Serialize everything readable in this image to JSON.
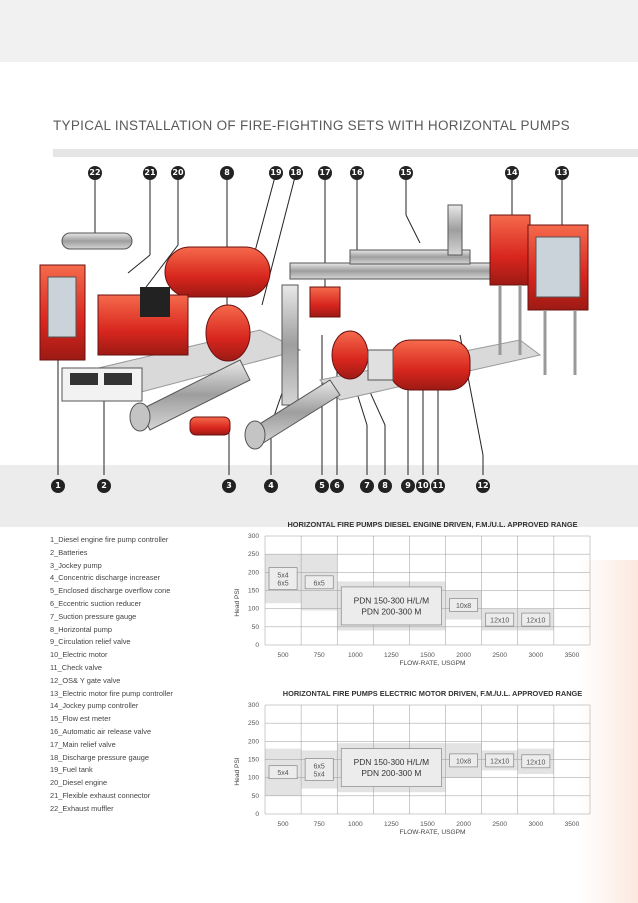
{
  "title": "TYPICAL INSTALLATION OF FIRE-FIGHTING SETS WITH HORIZONTAL PUMPS",
  "top_callouts": [
    "22",
    "21",
    "20",
    "8",
    "19",
    "18",
    "17",
    "16",
    "15",
    "14",
    "13"
  ],
  "bottom_callouts": [
    "1",
    "2",
    "3",
    "4",
    "5",
    "6",
    "7",
    "8",
    "9",
    "10",
    "11",
    "12"
  ],
  "legend": [
    "1_Diesel engine fire pump controller",
    "2_Batteries",
    "3_Jockey pump",
    "4_Concentric discharge increaser",
    "5_Enclosed discharge overflow cone",
    "6_Eccentric suction reducer",
    "7_Suction pressure gauge",
    "8_Horizontal pump",
    "9_Circulation relief valve",
    "10_Electric motor",
    "11_Check valve",
    "12_OS& Y gate valve",
    "13_Electric motor fire pump controller",
    "14_Jockey pump controller",
    "15_Flow est meter",
    "16_Automatic air release valve",
    "17_Main relief valve",
    "18_Discharge pressure gauge",
    "19_Fuel tank",
    "20_Diesel engine",
    "21_Flexible exhaust connector",
    "22_Exhaust muffler"
  ],
  "chart_data": [
    {
      "type": "table",
      "title": "HORIZONTAL FIRE PUMPS DIESEL ENGINE DRIVEN, F.M./U.L. APPROVED RANGE",
      "xlabel": "FLOW-RATE, USGPM",
      "ylabel": "Head PSI",
      "xticks": [
        "500",
        "750",
        "1000",
        "1250",
        "1500",
        "2000",
        "2500",
        "3000",
        "3500"
      ],
      "yticks": [
        "0",
        "50",
        "100",
        "150",
        "200",
        "250",
        "300"
      ],
      "ylim": [
        0,
        300
      ],
      "regions": [
        {
          "label": "5x4\n6x5",
          "x": [
            500,
            750
          ],
          "y": [
            115,
            250
          ]
        },
        {
          "label": "6x5",
          "x": [
            750,
            1000
          ],
          "y": [
            95,
            250
          ]
        },
        {
          "label": "PDN 150-300 H/L/M\nPDN 200-300 M",
          "x": [
            1000,
            2000
          ],
          "y": [
            40,
            175
          ]
        },
        {
          "label": "10x8",
          "x": [
            2000,
            2500
          ],
          "y": [
            70,
            150
          ]
        },
        {
          "label": "12x10",
          "x": [
            2500,
            3000
          ],
          "y": [
            40,
            100
          ]
        },
        {
          "label": "12x10",
          "x": [
            3000,
            3500
          ],
          "y": [
            40,
            100
          ]
        }
      ]
    },
    {
      "type": "table",
      "title": "HORIZONTAL FIRE PUMPS ELECTRIC MOTOR DRIVEN, F.M./U.L. APPROVED RANGE",
      "xlabel": "FLOW-RATE, USGPM",
      "ylabel": "Head PSI",
      "xticks": [
        "500",
        "750",
        "1000",
        "1250",
        "1500",
        "2000",
        "2500",
        "3000",
        "3500"
      ],
      "yticks": [
        "0",
        "50",
        "100",
        "150",
        "200",
        "250",
        "300"
      ],
      "ylim": [
        0,
        300
      ],
      "regions": [
        {
          "label": "5x4",
          "x": [
            500,
            750
          ],
          "y": [
            50,
            180
          ]
        },
        {
          "label": "6x5\n5x4",
          "x": [
            750,
            1000
          ],
          "y": [
            70,
            175
          ]
        },
        {
          "label": "PDN 150-300 H/L/M\nPDN 200-300 M",
          "x": [
            1000,
            2000
          ],
          "y": [
            60,
            195
          ]
        },
        {
          "label": "10x8",
          "x": [
            2000,
            2500
          ],
          "y": [
            100,
            195
          ]
        },
        {
          "label": "12x10",
          "x": [
            2500,
            3000
          ],
          "y": [
            120,
            175
          ]
        },
        {
          "label": "12x10",
          "x": [
            3000,
            3500
          ],
          "y": [
            110,
            180
          ]
        }
      ]
    }
  ],
  "colors": {
    "pump_red": "#e0332a",
    "steel": "#b8b8b8",
    "band": "#ececec",
    "region": "#dcdcdc"
  }
}
